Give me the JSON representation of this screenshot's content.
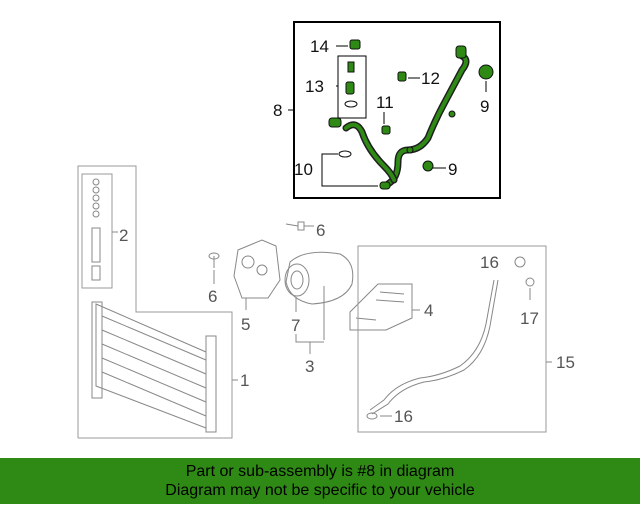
{
  "diagram": {
    "callouts": {
      "c1": "1",
      "c2": "2",
      "c3": "3",
      "c4": "4",
      "c5": "5",
      "c6a": "6",
      "c6b": "6",
      "c7": "7",
      "c8": "8",
      "c9a": "9",
      "c9b": "9",
      "c10": "10",
      "c11": "11",
      "c12": "12",
      "c13": "13",
      "c14": "14",
      "c15": "15",
      "c16a": "16",
      "c16b": "16",
      "c17": "17"
    },
    "highlight_color": "#2e8a14"
  },
  "banner": {
    "line1": "Part or sub-assembly is #8 in diagram",
    "line2": "Diagram may not be specific to your vehicle",
    "background": "#2e8a14"
  }
}
